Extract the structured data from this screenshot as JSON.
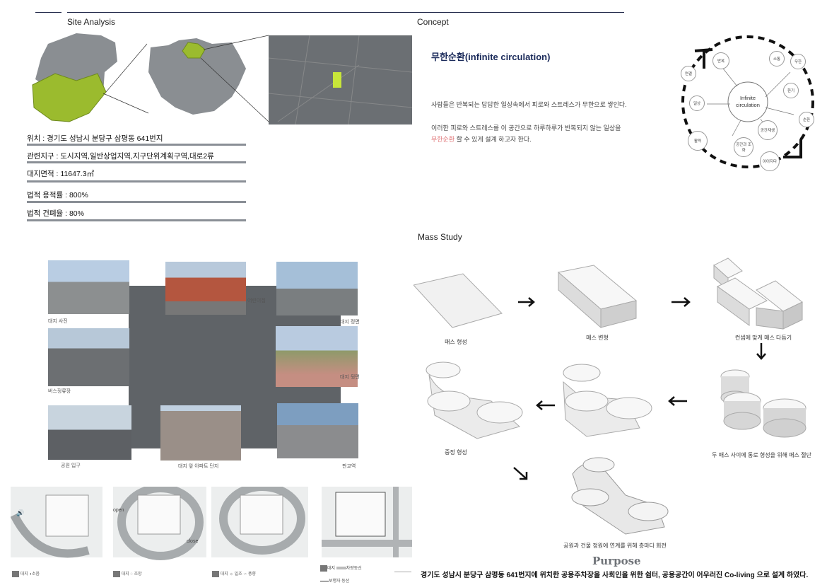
{
  "sections": {
    "site_analysis": "Site Analysis",
    "concept": "Concept",
    "mass_study": "Mass Study"
  },
  "site_info": [
    "위치 : 경기도 성남시 분당구 삼평동 641번지",
    "관련지구 : 도시지역,일반상업지역,지구단위계획구역,대로2류",
    "대지면적 : 11647.3㎡",
    "법적 용적률 : 800%",
    "법적 건폐율 : 80%"
  ],
  "concept": {
    "heading": "무한순환(infinite circulation)",
    "para1": "사람들은 반복되는 답답한 일상속에서 피로와 스트레스가 무한으로 쌓인다.",
    "para2_a": "이러한 피로와 스트레스를 이 공간으로 하루하루가 반복되지 않는 일상을",
    "para2_highlight": "무한순환",
    "para2_b": " 할 수 있게 설계 하고자 한다.",
    "center": "Infinite circulation",
    "nodes": [
      "소통",
      "반복",
      "무한",
      "연결",
      "환기",
      "일상",
      "순환",
      "공간재생",
      "공간과 조화",
      "활력",
      "이어지다"
    ]
  },
  "photos": {
    "captions": [
      "대지 사진",
      "어린이집",
      "대지 정면",
      "버스정류장",
      "대지 뒷편",
      "공원 입구",
      "대지 앞 아파트 단지",
      "판교역"
    ]
  },
  "mass": {
    "steps": [
      "매스 형성",
      "매스 변형",
      "컨셉에 맞게 매스 다듬기",
      "두 매스 사이에 통로 형성을 위해 매스 절단",
      "중정 형성",
      "공원과 건물 정원에 연계를 위해 층마다 회전"
    ]
  },
  "diagrams": {
    "labels": {
      "open": "open",
      "close": "close"
    },
    "legends": [
      [
        "대지",
        "소음"
      ],
      [
        "대지",
        "조망"
      ],
      [
        "대지",
        "일조",
        "풍향"
      ],
      [
        "대지",
        "차량동선",
        "보행자 동선"
      ]
    ]
  },
  "purpose": {
    "title": "Purpose",
    "text": "경기도 성남시 분당구 삼평동 641번지에 위치한 공용주차장을 사회인을 위한 쉼터, 공용공간이 어우러진 Co-living 으로 설계 하였다."
  }
}
